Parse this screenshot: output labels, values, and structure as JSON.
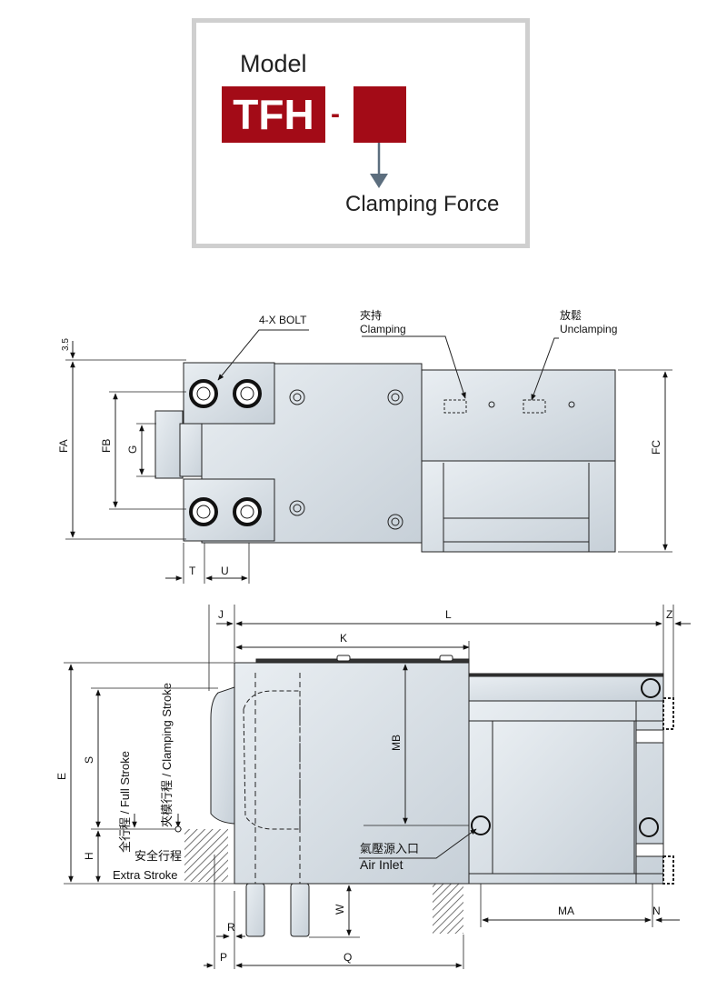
{
  "model": {
    "label": "Model",
    "prefix": "TFH",
    "separator": "-",
    "force_label": "Clamping Force"
  },
  "top_view": {
    "bolt_label": "4-X BOLT",
    "clamp_zh": "夾持",
    "clamp_en": "Clamping",
    "unclamp_zh": "放鬆",
    "unclamp_en": "Unclamping",
    "dims": {
      "d35": "3.5",
      "fa": "FA",
      "fb": "FB",
      "g": "G",
      "fc": "FC",
      "t": "T",
      "u": "U"
    }
  },
  "side_view": {
    "dims": {
      "j": "J",
      "l": "L",
      "z": "Z",
      "k": "K",
      "e": "E",
      "s": "S",
      "h": "H",
      "mb": "MB",
      "w": "W",
      "ma": "MA",
      "n": "N",
      "r": "R",
      "p": "P",
      "q": "Q"
    },
    "clamping_stroke": "夾模行程 / Clamping Stroke",
    "full_stroke": "全行程 / Full Stroke",
    "safety_stroke": "安全行程",
    "extra_stroke": "Extra Stroke",
    "air_inlet_zh": "氣壓源入口",
    "air_inlet_en": "Air Inlet"
  }
}
